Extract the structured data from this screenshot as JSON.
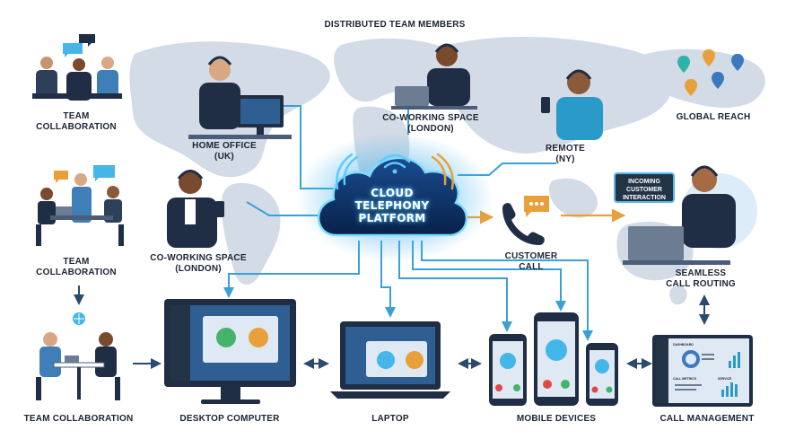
{
  "title": "DISTRIBUTED TEAM MEMBERS",
  "cloud": {
    "label": "CLOUD\nTELEPHONY\nPLATFORM"
  },
  "nodes": {
    "team_collab_top": "TEAM\nCOLLABORATION",
    "team_collab_mid": "TEAM\nCOLLABORATION",
    "team_collab_bottom": "TEAM COLLABORATION",
    "home_office": "HOME OFFICE\n(UK)",
    "coworking_top": "CO-WORKING SPACE\n(LONDON)",
    "coworking_left": "CO-WORKING SPACE\n(LONDON)",
    "remote": "REMOTE\n(NY)",
    "global_reach": "GLOBAL REACH",
    "customer_call": "CUSTOMER\nCALL",
    "seamless_routing": "SEAMLESS\nCALL ROUTING",
    "incoming_bubble": "INCOMING\nCUSTOMER\nINTERACTION",
    "desktop": "DESKTOP COMPUTER",
    "laptop": "LAPTOP",
    "mobile": "MOBILE DEVICES",
    "call_management": "CALL MANAGEMENT"
  },
  "dashboard": {
    "header": "DASHBOARD",
    "section_a": "CALL METRICS",
    "section_b": "SERVICE"
  },
  "colors": {
    "map": "#d3dbe6",
    "line": "#3aa0d8",
    "cloud_core": "#0b2a55",
    "glow": "#5cc9ff",
    "navy": "#1f2e45",
    "orange": "#e8a13a",
    "green": "#45b36b",
    "red": "#e04848"
  },
  "icons": [
    "cloud-icon",
    "wifi-icon",
    "phone-icon",
    "video-icon",
    "chat-bubble-icon",
    "globe-icon",
    "map-pin-icon",
    "headset-icon",
    "double-arrow-icon"
  ]
}
